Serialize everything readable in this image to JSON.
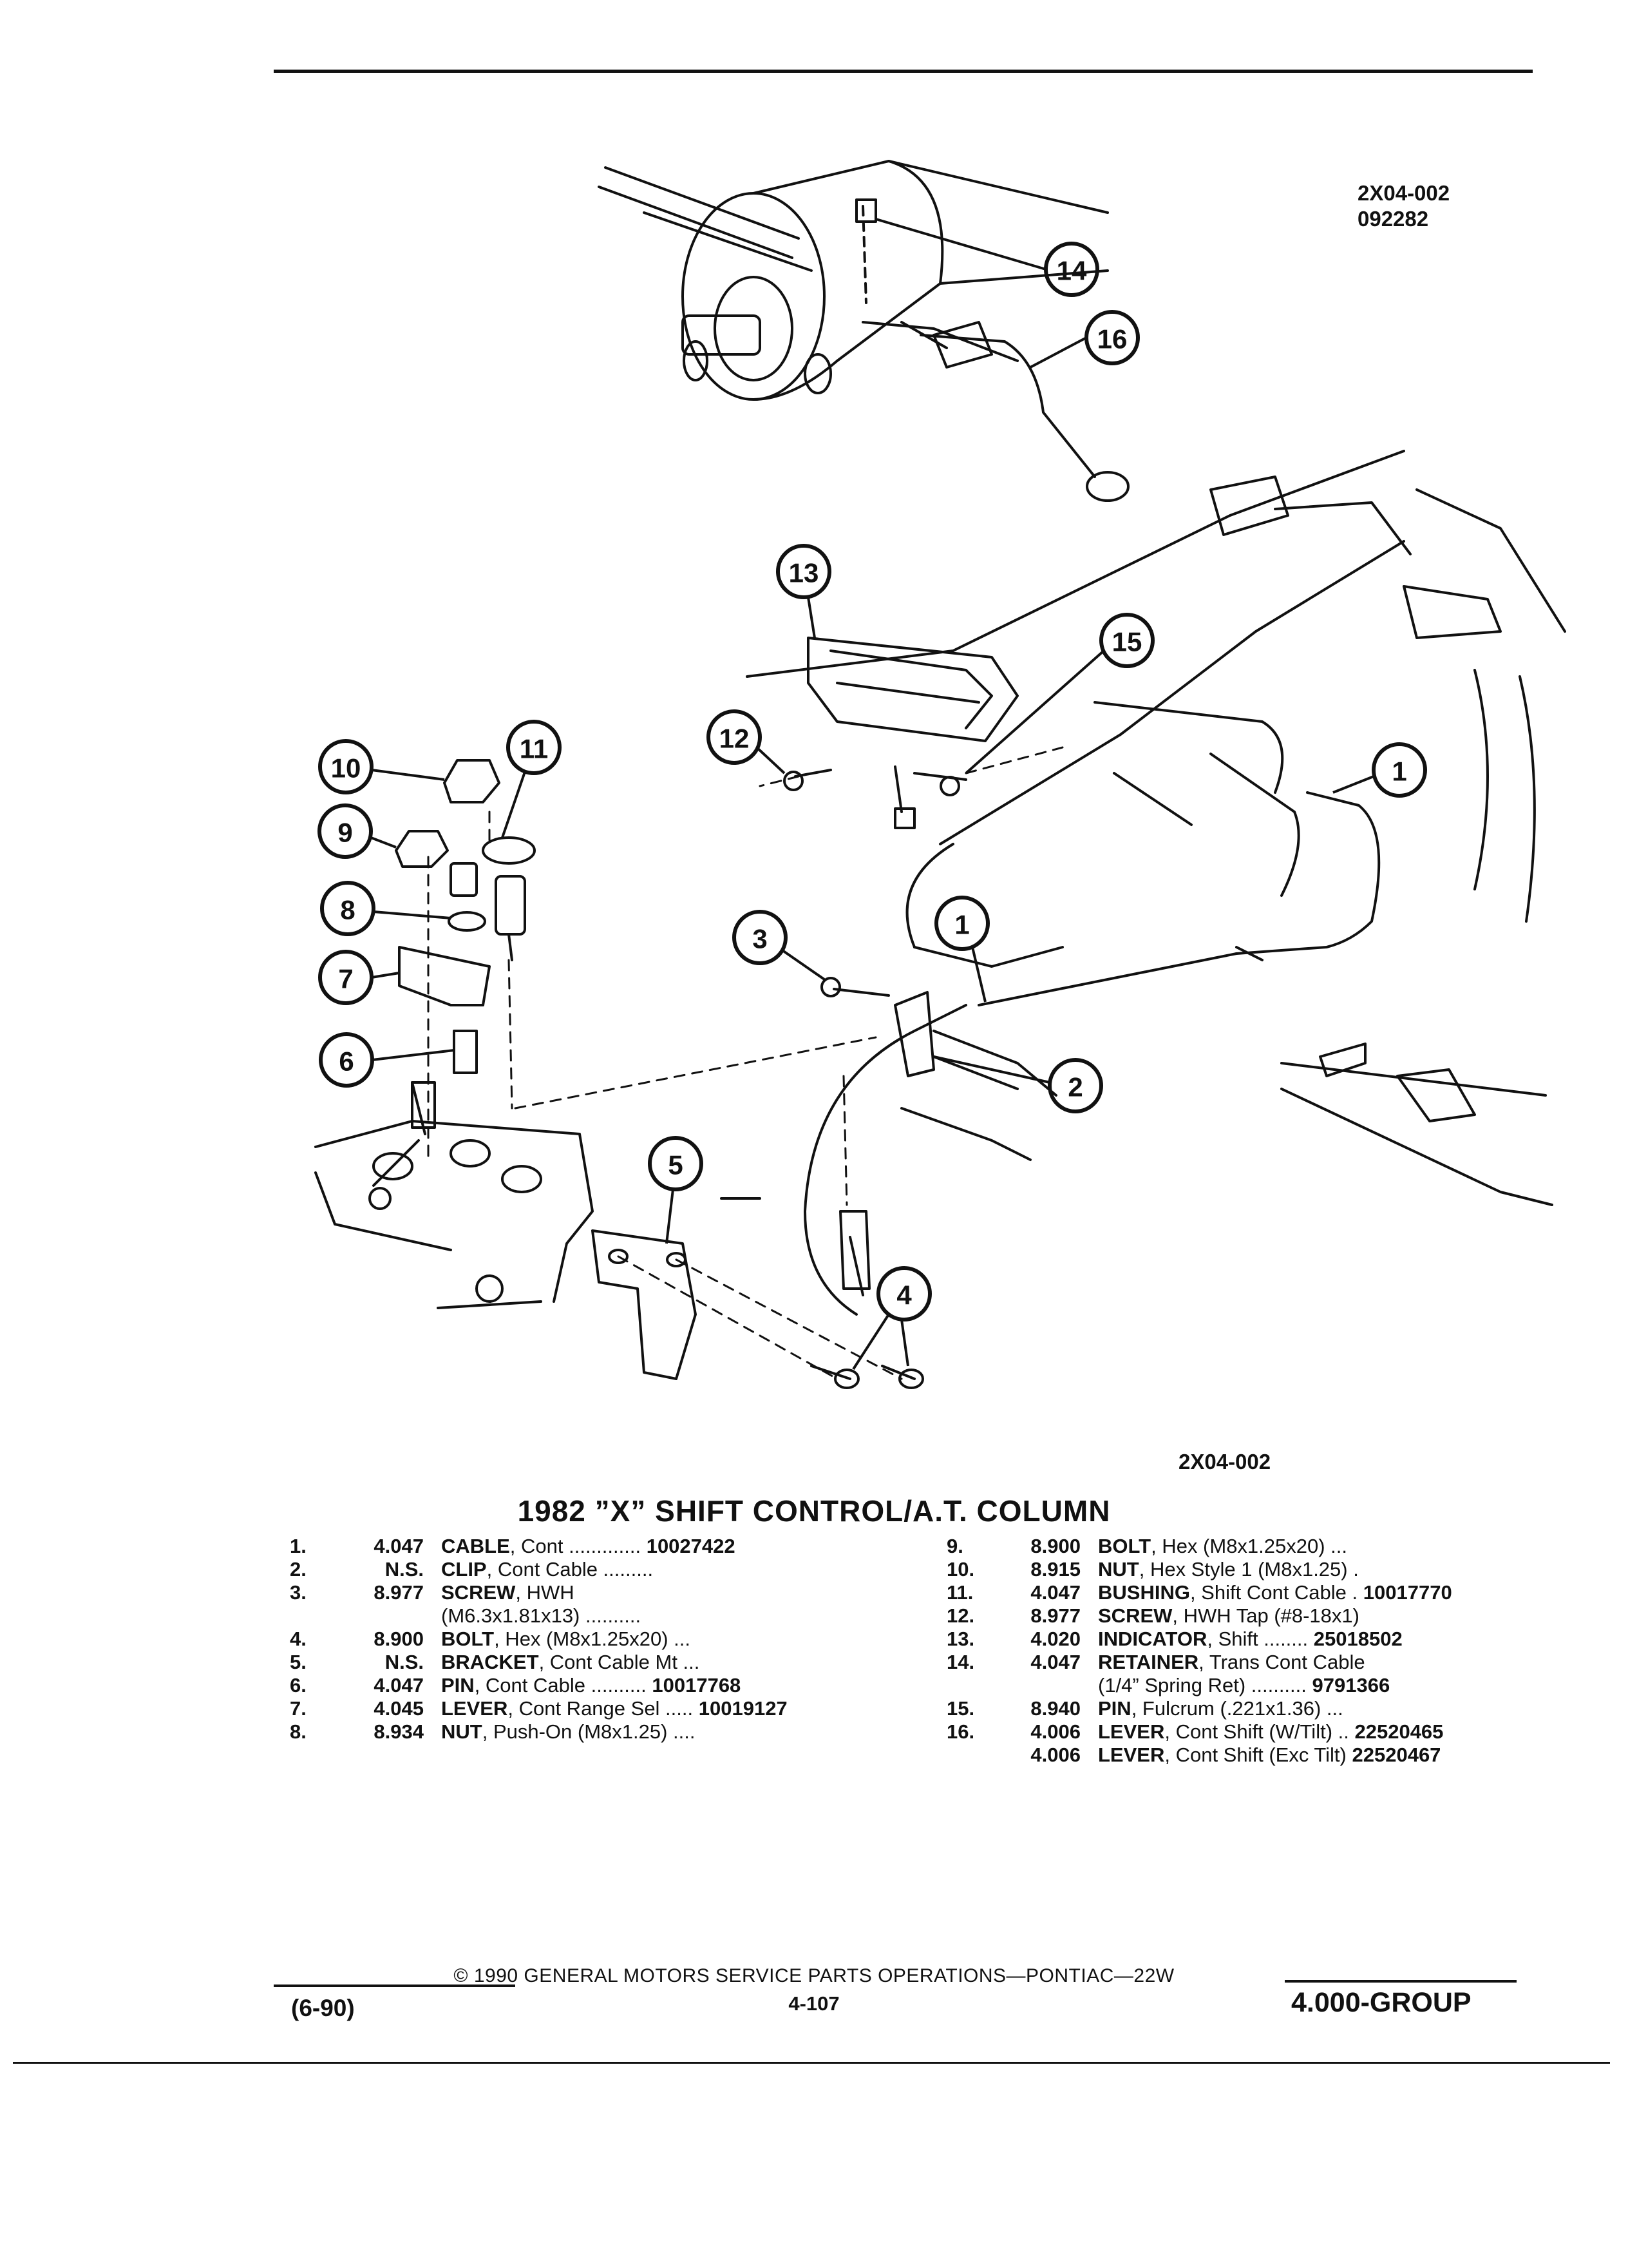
{
  "ref_top": [
    "2X04-002",
    "092282"
  ],
  "ref_mid": "2X04-002",
  "title": "1982 ”X” SHIFT CONTROL/A.T. COLUMN",
  "callouts": [
    "1",
    "1",
    "2",
    "3",
    "4",
    "5",
    "6",
    "7",
    "8",
    "9",
    "10",
    "11",
    "12",
    "13",
    "14",
    "15",
    "16"
  ],
  "parts_left": [
    {
      "num": "1.",
      "group": "4.047",
      "name": "CABLE",
      "desc": ", Cont .............",
      "part": "10027422"
    },
    {
      "num": "2.",
      "group": "N.S.",
      "name": "CLIP",
      "desc": ", Cont Cable .........",
      "part": ""
    },
    {
      "num": "3.",
      "group": "8.977",
      "name": "SCREW",
      "desc": ", HWH",
      "part": ""
    },
    {
      "num": "",
      "group": "",
      "name": "",
      "desc": "(M6.3x1.81x13) ..........",
      "part": ""
    },
    {
      "num": "4.",
      "group": "8.900",
      "name": "BOLT",
      "desc": ", Hex (M8x1.25x20) ...",
      "part": ""
    },
    {
      "num": "5.",
      "group": "N.S.",
      "name": "BRACKET",
      "desc": ", Cont Cable Mt ...",
      "part": ""
    },
    {
      "num": "6.",
      "group": "4.047",
      "name": "PIN",
      "desc": ", Cont Cable ..........",
      "part": "10017768"
    },
    {
      "num": "7.",
      "group": "4.045",
      "name": "LEVER",
      "desc": ", Cont Range Sel .....",
      "part": "10019127"
    },
    {
      "num": "8.",
      "group": "8.934",
      "name": "NUT",
      "desc": ", Push-On (M8x1.25) ....",
      "part": ""
    }
  ],
  "parts_right": [
    {
      "num": "9.",
      "group": "8.900",
      "name": "BOLT",
      "desc": ", Hex (M8x1.25x20) ...",
      "part": ""
    },
    {
      "num": "10.",
      "group": "8.915",
      "name": "NUT",
      "desc": ", Hex Style 1 (M8x1.25) .",
      "part": ""
    },
    {
      "num": "11.",
      "group": "4.047",
      "name": "BUSHING",
      "desc": ", Shift Cont Cable .",
      "part": "10017770"
    },
    {
      "num": "12.",
      "group": "8.977",
      "name": "SCREW",
      "desc": ", HWH Tap (#8-18x1)",
      "part": ""
    },
    {
      "num": "13.",
      "group": "4.020",
      "name": "INDICATOR",
      "desc": ", Shift ........",
      "part": "25018502"
    },
    {
      "num": "14.",
      "group": "4.047",
      "name": "RETAINER",
      "desc": ", Trans Cont Cable",
      "part": ""
    },
    {
      "num": "",
      "group": "",
      "name": "",
      "desc": "(1/4” Spring Ret) ..........",
      "part": "9791366"
    },
    {
      "num": "15.",
      "group": "8.940",
      "name": "PIN",
      "desc": ", Fulcrum (.221x1.36) ...",
      "part": ""
    },
    {
      "num": "16.",
      "group": "4.006",
      "name": "LEVER",
      "desc": ", Cont Shift (W/Tilt) ..",
      "part": "22520465"
    },
    {
      "num": "",
      "group": "4.006",
      "name": "LEVER",
      "desc": ", Cont Shift (Exc Tilt)",
      "part": "22520467"
    }
  ],
  "footer": {
    "copyright": "© 1990 GENERAL MOTORS SERVICE PARTS OPERATIONS—PONTIAC—22W",
    "page": "4-107",
    "date": "(6-90)",
    "group": "4.000-GROUP"
  }
}
